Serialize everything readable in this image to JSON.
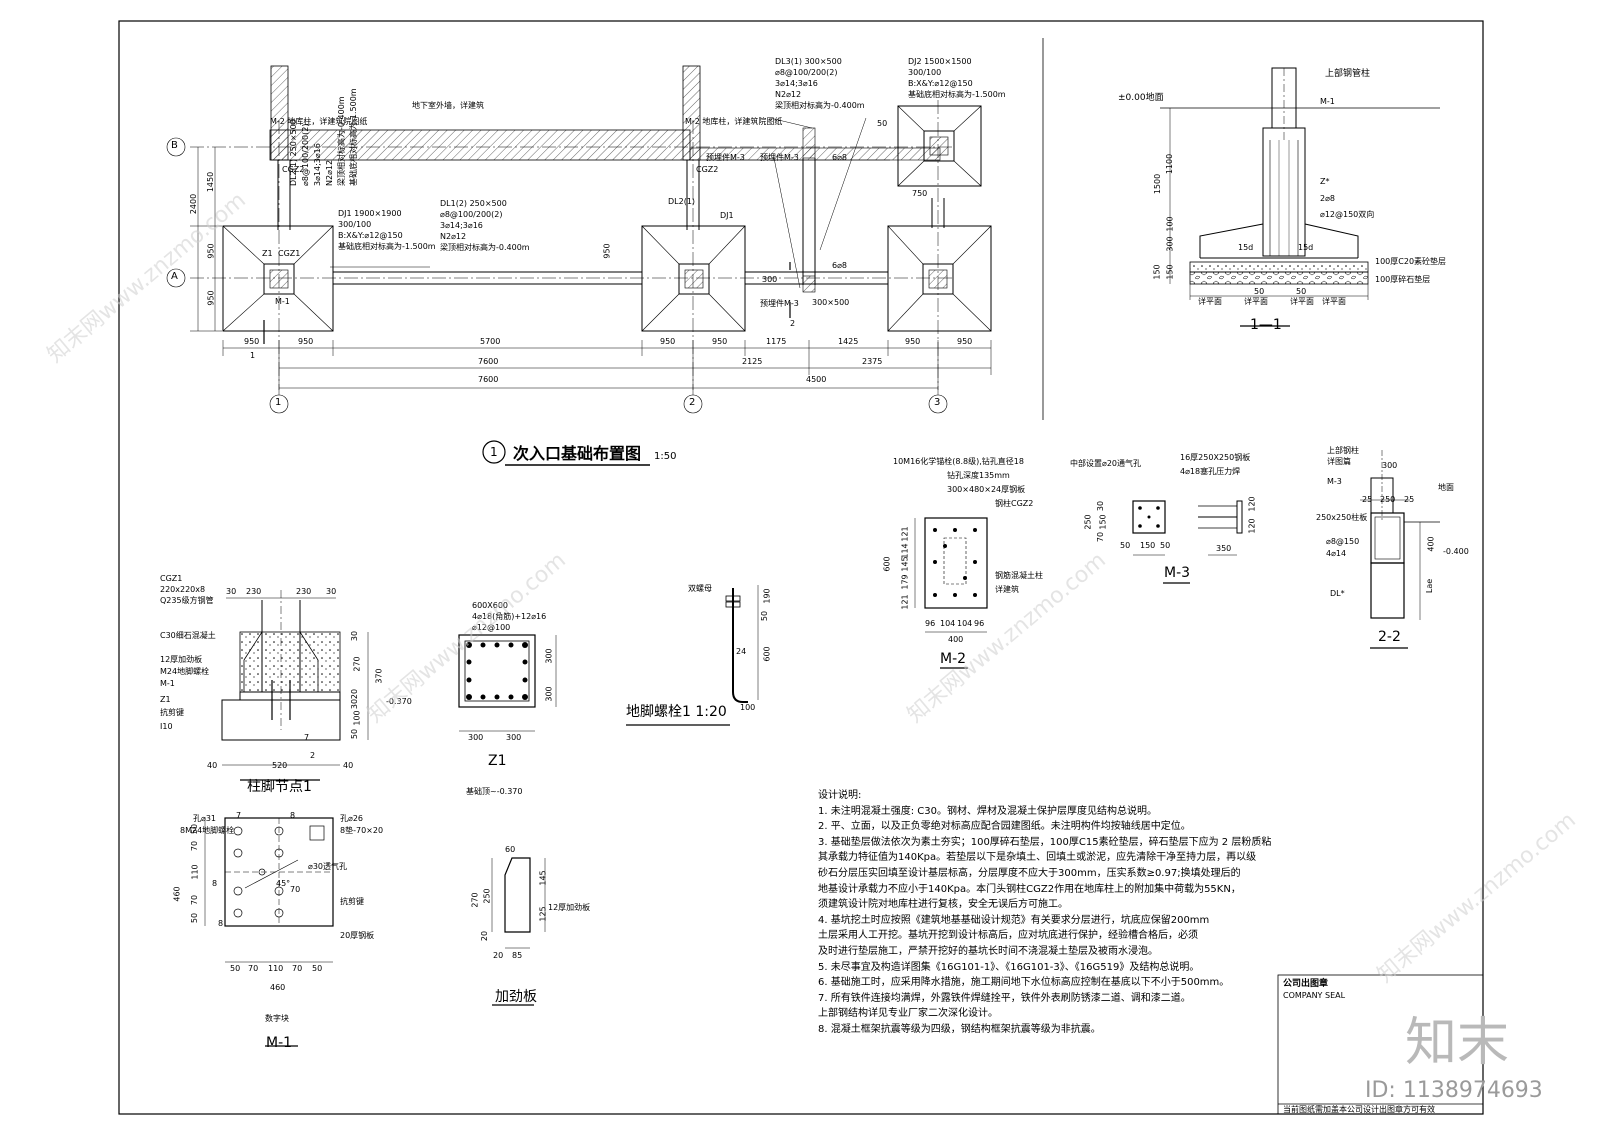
{
  "main_plan": {
    "title": "次入口基础布置图",
    "scale": "1:50",
    "number": "1",
    "axes": {
      "row_b": "B",
      "row_a": "A",
      "col_1": "1",
      "col_2": "2",
      "col_3": "3"
    },
    "dim_bottom_1": [
      "950",
      "950",
      "5700",
      "950",
      "950",
      "1175",
      "1425",
      "950",
      "950"
    ],
    "dim_bottom_2": [
      "7600",
      "2125",
      "2375"
    ],
    "dim_bottom_3": [
      "7600",
      "4500"
    ],
    "dim_left": [
      "1450",
      "950",
      "2400",
      "950",
      "950"
    ],
    "dj1_text": [
      "DJ1 1900×1900",
      "300/100",
      "B:X&Y:⌀12@150",
      "基础底相对标高为-1.500m"
    ],
    "dl1_text": [
      "DL1(2) 250×500",
      "⌀8@100/200(2)",
      "3⌀14;3⌀16",
      "N2⌀12",
      "梁顶相对标高为-0.400m"
    ],
    "dl2_text": [
      "DL2(1) 250×500",
      "⌀8@100/200(2)",
      "3⌀14;3⌀16",
      "N2⌀12",
      "梁顶相对标高为-0.400m",
      "基础底相对标高为-1.500m"
    ],
    "dl3_text": [
      "DL3(1) 300×500",
      "⌀8@100/200(2)",
      "3⌀14;3⌀16",
      "N2⌀12",
      "梁顶相对标高为-0.400m"
    ],
    "dj2_text": [
      "DJ2 1500×1500",
      "300/100",
      "B:X&Y:⌀12@150",
      "基础底相对标高为-1.500m"
    ],
    "labels": {
      "wall": "地下室外墙，详建筑",
      "m2_left": "M-2 地库柱，详建筑院图纸",
      "m2_right": "M-2 地库柱，详建筑院图纸",
      "embed_m3_a": "预埋件M-3",
      "embed_m3_b": "预埋件M-3",
      "embed_m3_c": "预埋件M-3",
      "cgz2_a": "CGZ2",
      "cgz2_b": "CGZ2",
      "dj1": "DJ1",
      "z1": "Z1",
      "cgz1": "CGZ1",
      "m1": "M-1",
      "dl21": "DL2(1)",
      "rebar_6_8_a": "6⌀8",
      "rebar_6_8_b": "6⌀8",
      "size_300_500": "300×500",
      "dim_750": "750",
      "dim_300": "300",
      "dim_50": "50",
      "sec1": "1",
      "sec2": "2"
    }
  },
  "section_1_1": {
    "title": "1—1",
    "labels": [
      "±0.00地面",
      "上部钢管柱",
      "M-1",
      "Z*",
      "2⌀8",
      "⌀12@150双向",
      "15d",
      "15d",
      "100厚C20素砼垫层",
      "100厚碎石垫层",
      "详平面",
      "详平面",
      "详平面",
      "详平面"
    ],
    "dims": [
      "1500",
      "1100",
      "300",
      "100",
      "150",
      "150",
      "50",
      "50"
    ]
  },
  "column_foot": {
    "title": "柱脚节点1",
    "labels": [
      "CGZ1",
      "220x220x8",
      "Q235级方钢管",
      "C30细石混凝土",
      "12厚加劲板",
      "M24地脚螺栓",
      "M-1",
      "Z1",
      "抗剪键",
      "I10"
    ],
    "dims_top": [
      "30",
      "230",
      "230",
      "30"
    ],
    "dims_right": [
      "30",
      "270",
      "20",
      "30",
      "100",
      "50"
    ],
    "dim_total": "370",
    "elevation": "-0.370",
    "dims_bottom": [
      "40",
      "520",
      "40"
    ],
    "markers": [
      "7",
      "2"
    ]
  },
  "z1_section": {
    "title": "Z1",
    "sub": "基础顶~-0.370",
    "text": [
      "600X600",
      "4⌀18(角筋)+12⌀16",
      "⌀12@100"
    ],
    "dims": [
      "300",
      "300",
      "300",
      "300"
    ]
  },
  "anchor_bolt": {
    "title": "地脚螺栓1 1:20",
    "labels": [
      "双螺母"
    ],
    "dims": [
      "190",
      "50",
      "600",
      "100",
      "24"
    ]
  },
  "m2": {
    "title": "M-2",
    "labels": [
      "10M16化学锚栓(8.8级),钻孔直径18",
      "钻孔深度135mm",
      "300×480×24厚钢板",
      "钢柱CGZ2",
      "钢筋混凝土柱",
      "详建筑"
    ],
    "dims_left": [
      "121",
      "114",
      "145",
      "179",
      "121"
    ],
    "dim_h": "600",
    "dims_bottom": [
      "96",
      "104",
      "104",
      "96"
    ],
    "dim_w": "400"
  },
  "m3": {
    "title": "M-3",
    "labels": [
      "中部设置⌀20通气孔",
      "16厚250X250钢板",
      "4⌀18塞孔压力焊"
    ],
    "dims": [
      "30",
      "150",
      "250",
      "70",
      "50",
      "150",
      "50",
      "120",
      "350",
      "120"
    ]
  },
  "sec_2_2": {
    "title": "2-2",
    "labels": [
      "上部钢柱",
      "详图篇",
      "M-3",
      "250x250柱板",
      "⌀8@150",
      "4⌀14",
      "DL*",
      "地面",
      "Lae"
    ],
    "dims": [
      "300",
      "25",
      "250",
      "25",
      "400"
    ],
    "elevation": "-0.400"
  },
  "m1_plate": {
    "title": "M-1",
    "labels": [
      "孔⌀31",
      "8M24地脚螺栓",
      "孔⌀26",
      "8垫-70×20",
      "⌀30透气孔",
      "抗剪键",
      "20厚钢板",
      "数字块"
    ],
    "dims_left": [
      "50",
      "70",
      "110",
      "70",
      "50"
    ],
    "dim_h": "460",
    "dims_bottom": [
      "50",
      "70",
      "110",
      "70",
      "50"
    ],
    "dim_w": "460",
    "markers": [
      "7",
      "8",
      "8",
      "8",
      "45°",
      "70"
    ]
  },
  "stiffener": {
    "title": "加劲板",
    "labels": [
      "12厚加劲板"
    ],
    "dims": [
      "60",
      "270",
      "250",
      "20",
      "145",
      "125",
      "20",
      "85"
    ]
  },
  "notes": {
    "heading": "设计说明:",
    "lines": [
      "1. 未注明混凝土强度: C30。钢材、焊材及混凝土保护层厚度见结构总说明。",
      "2. 平、立面，以及正负零绝对标高应配合园建图纸。未注明构件均按轴线居中定位。",
      "3. 基础垫层做法依次为素土夯实；100厚碎石垫层，100厚C15素砼垫层，碎石垫层下应为 2 层粉质粘",
      "   其承载力特征值为140Kpa。若垫层以下是杂填土、回填土或淤泥，应先清除干净至持力层，再以级",
      "   砂石分层压实回填至设计基层标高，分层厚度不应大于300mm，压实系数≥0.97;换填处理后的",
      "   地基设计承载力不应小于140Kpa。本门头钢柱CGZ2作用在地库柱上的附加集中荷载为55KN，",
      "   须建筑设计院对地库柱进行复核，安全无误后方可施工。",
      "4. 基坑挖土时应按照《建筑地基基础设计规范》有关要求分层进行，坑底应保留200mm",
      "   土层采用人工开挖。基坑开挖到设计标高后，应对坑底进行保护，经验槽合格后，必须",
      "   及时进行垫层施工，严禁开挖好的基坑长时间不浇混凝土垫层及被雨水浸泡。",
      "5. 未尽事宜及构造详图集《16G101-1》、《16G101-3》、《16G519》及结构总说明。",
      "6. 基础施工时，应采用降水措施，施工期间地下水位标高应控制在基底以下不小于500mm。",
      "7. 所有铁件连接均满焊，外露铁件焊缝拴平，铁件外表刷防锈漆二道、调和漆二道。",
      "   上部钢结构详见专业厂家二次深化设计。",
      "8. 混凝土框架抗震等级为四级，钢结构框架抗震等级为非抗震。"
    ]
  },
  "seal": {
    "title": "公司出图章",
    "subtitle": "COMPANY SEAL",
    "footer": "当前图纸需加盖本公司设计出图章方可有效"
  },
  "watermark": {
    "brand": "知末",
    "id": "ID: 1138974693",
    "url": "知末网www.znzmo.com"
  }
}
